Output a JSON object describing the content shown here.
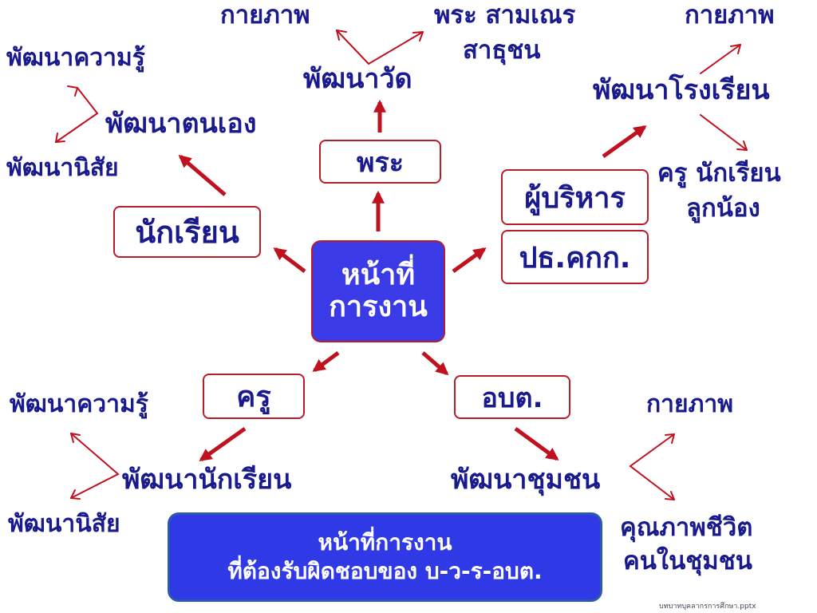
{
  "center": {
    "line1": "หน้าที่",
    "line2": "การงาน"
  },
  "nodes": {
    "phra": "พระ",
    "student": "นักเรียน",
    "admin": "ผู้บริหาร",
    "committee": "ปธ.คกก.",
    "teacher": "ครู",
    "obt": "อบต."
  },
  "labels": {
    "temple_dev": "พัฒนาวัด",
    "physical_1": "กายภาพ",
    "monks": "พระ  สามเณร",
    "laypeople": "สาธุชน",
    "self_dev": "พัฒนาตนเอง",
    "knowledge_1": "พัฒนาความรู้",
    "habit_1": "พัฒนานิสัย",
    "school_dev": "พัฒนาโรงเรียน",
    "physical_2": "กายภาพ",
    "school_people_1": "ครู  นักเรียน",
    "school_people_2": "ลูกน้อง",
    "student_dev": "พัฒนานักเรียน",
    "knowledge_2": "พัฒนาความรู้",
    "habit_2": "พัฒนานิสัย",
    "community_dev": "พัฒนาชุมชน",
    "physical_3": "กายภาพ",
    "quality_1": "คุณภาพชีวิต",
    "quality_2": "คนในชุมชน"
  },
  "summary": {
    "line1": "หน้าที่การงาน",
    "line2": "ที่ต้องรับผิดชอบของ บ-ว-ร-อบต."
  },
  "footer": "บทบาทบุคลากรการศึกษา.pptx",
  "colors": {
    "text": "#1a1a8f",
    "arrow": "#b81c2a",
    "center_fill": "#3a3ae6"
  }
}
